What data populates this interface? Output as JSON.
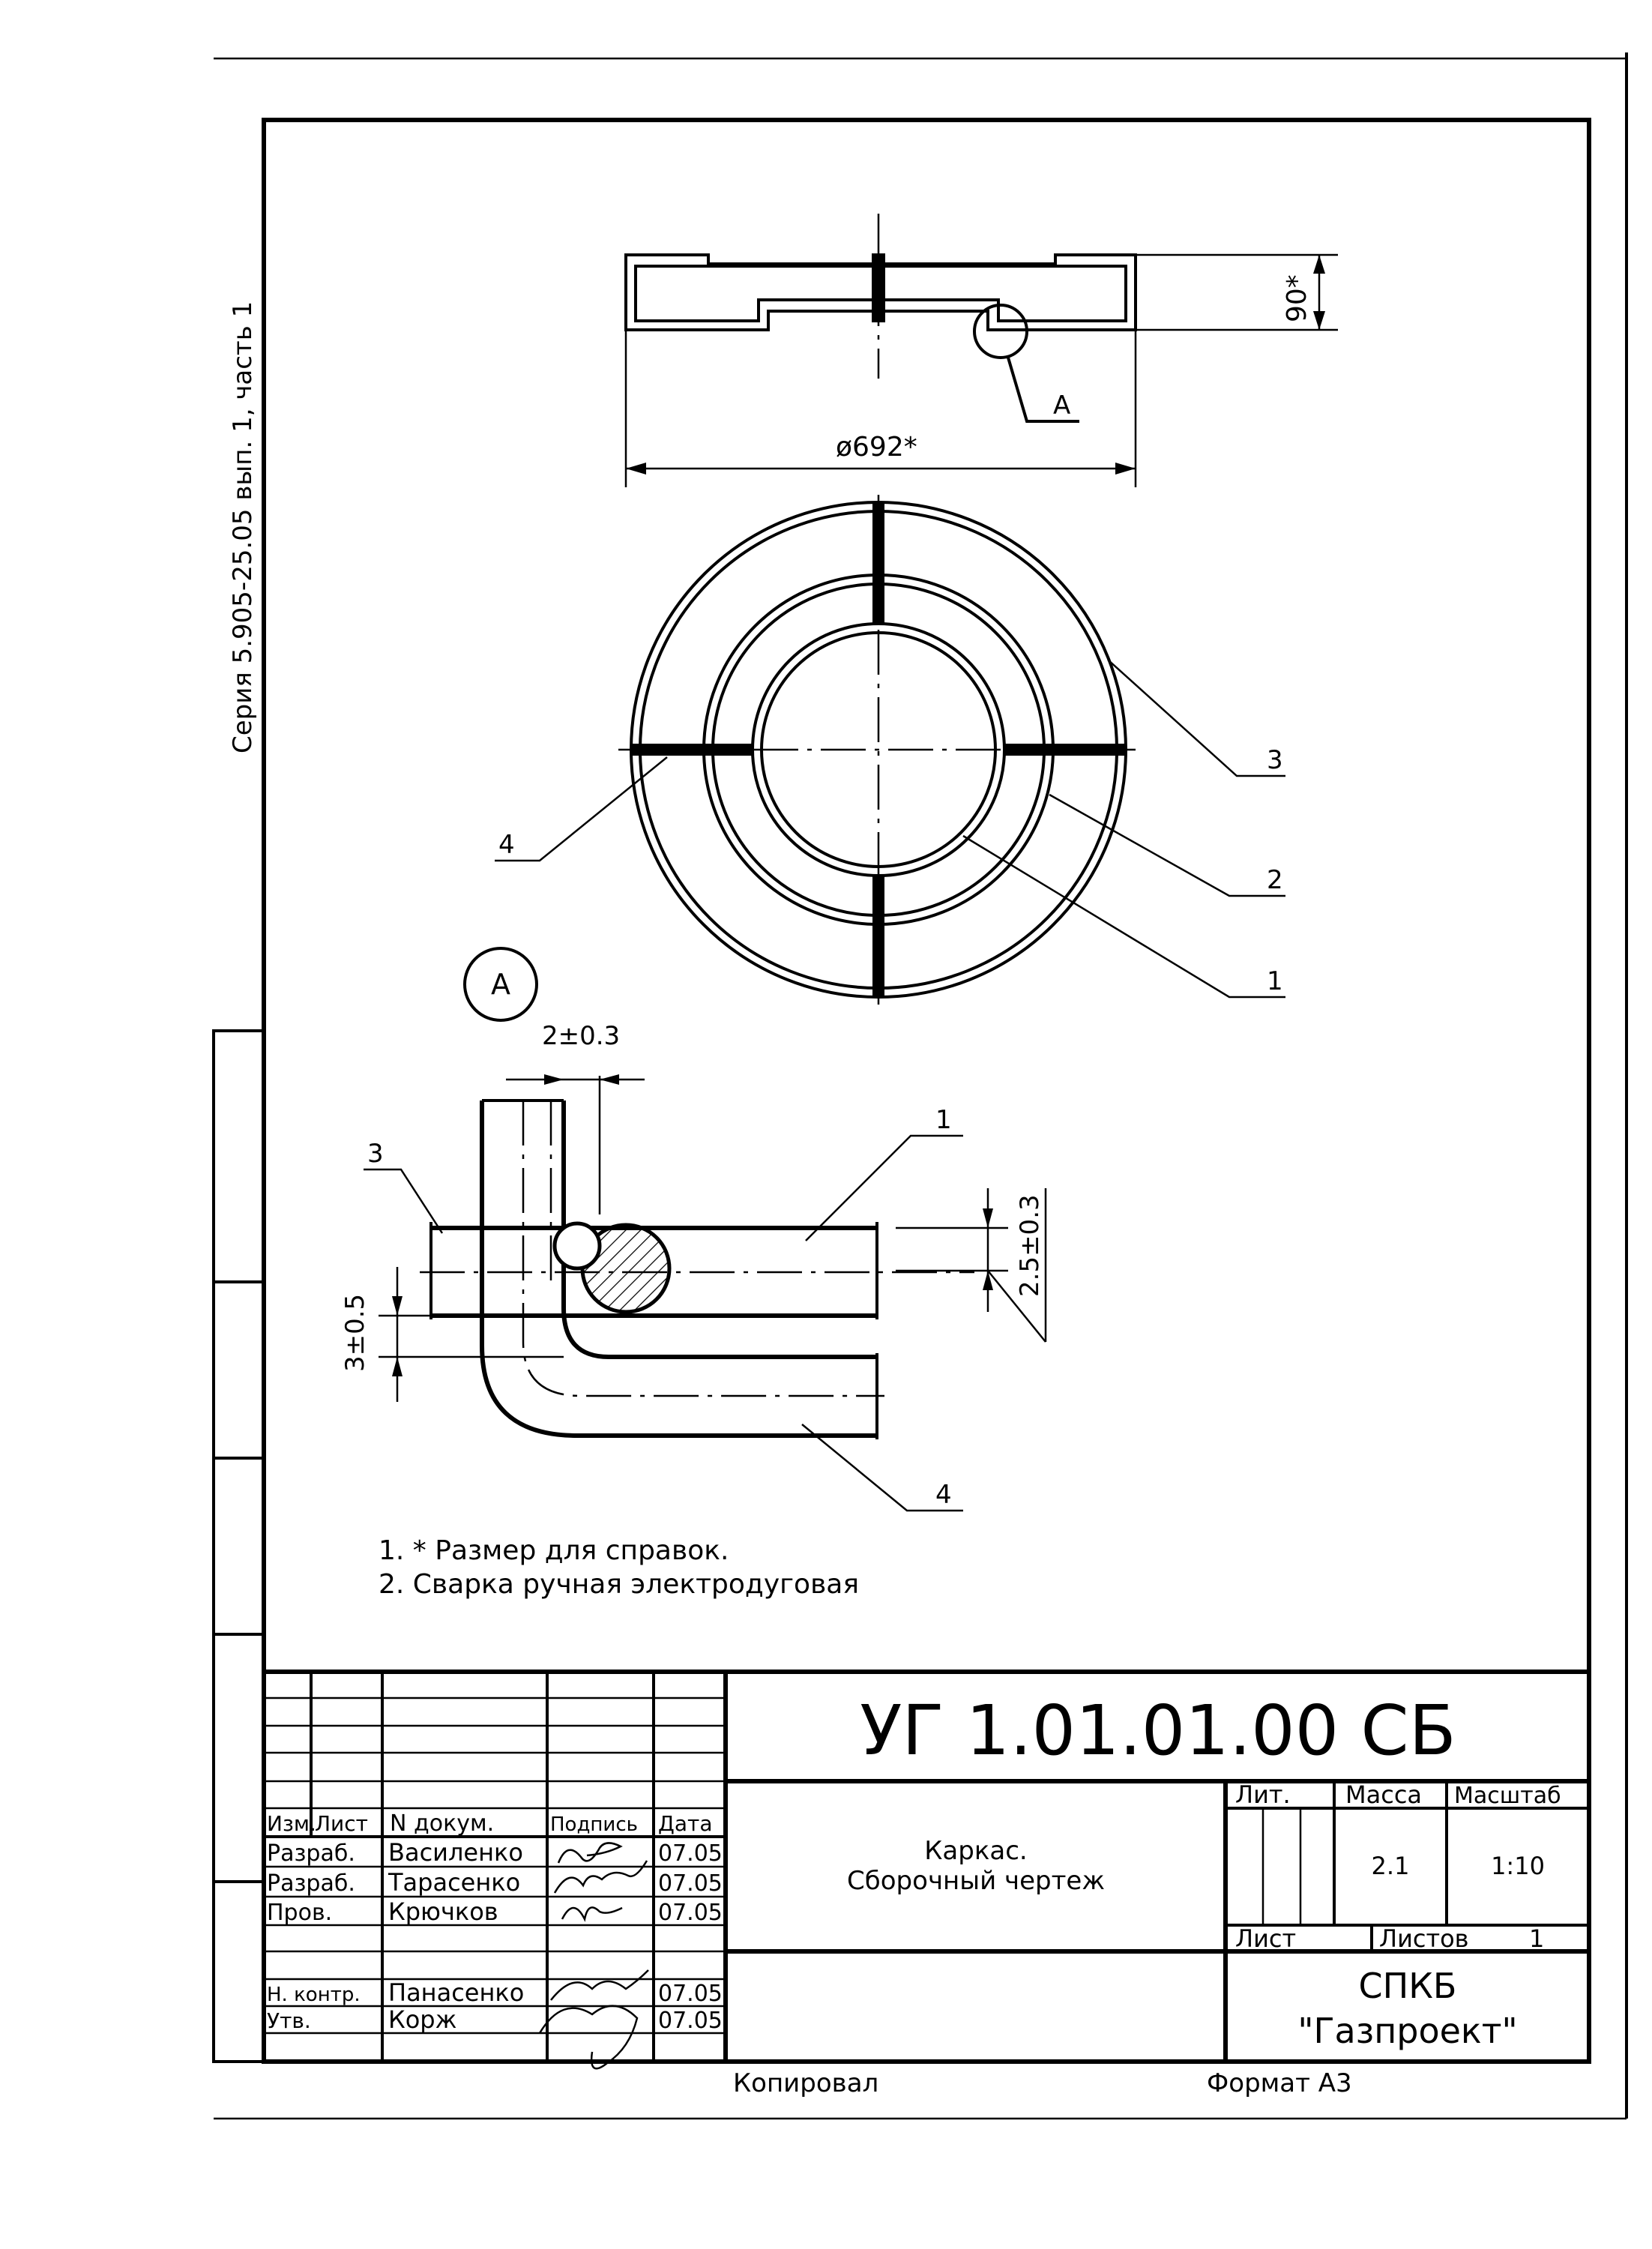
{
  "sheet": {
    "series_label": "Серия 5.905-25.05 вып. 1, часть 1",
    "copied_label": "Копировал",
    "format_label": "Формат A3"
  },
  "top_view": {
    "height_dim": "90*",
    "diameter_dim": "ø692*",
    "detail_callout": "A"
  },
  "plan_view": {
    "leaders": [
      "1",
      "2",
      "3",
      "4"
    ]
  },
  "detail_a": {
    "title": "A",
    "dim_gap": "2±0.3",
    "dim_weld": "2.5±0.3",
    "dim_offset": "3±0.5",
    "leaders": [
      "1",
      "3",
      "4"
    ]
  },
  "notes": [
    "1. * Размер для справок.",
    "2. Сварка ручная электродуговая"
  ],
  "title_block": {
    "doc_code": "УГ 1.01.01.00 СБ",
    "name_line1": "Каркас.",
    "name_line2": "Сборочный чертеж",
    "lit_label": "Лит.",
    "mass_label": "Масса",
    "scale_label": "Масштаб",
    "mass_value": "2.1",
    "scale_value": "1:10",
    "sheet_label": "Лист",
    "sheets_label": "Листов",
    "sheets_value": "1",
    "org_line1": "СПКБ",
    "org_line2": "\"Газпроект\"",
    "headers": {
      "izm": "Изм.",
      "list": "Лист",
      "ndoc": "N докум.",
      "podpis": "Подпись",
      "data": "Дата"
    },
    "rows": [
      {
        "role": "Разраб.",
        "name": "Василенко",
        "date": "07.05"
      },
      {
        "role": "Разраб.",
        "name": "Тарасенко",
        "date": "07.05"
      },
      {
        "role": "Пров.",
        "name": "Крючков",
        "date": "07.05"
      },
      {
        "role": "Н. контр.",
        "name": "Панасенко",
        "date": "07.05"
      },
      {
        "role": "Утв.",
        "name": "Корж",
        "date": "07.05"
      }
    ]
  }
}
